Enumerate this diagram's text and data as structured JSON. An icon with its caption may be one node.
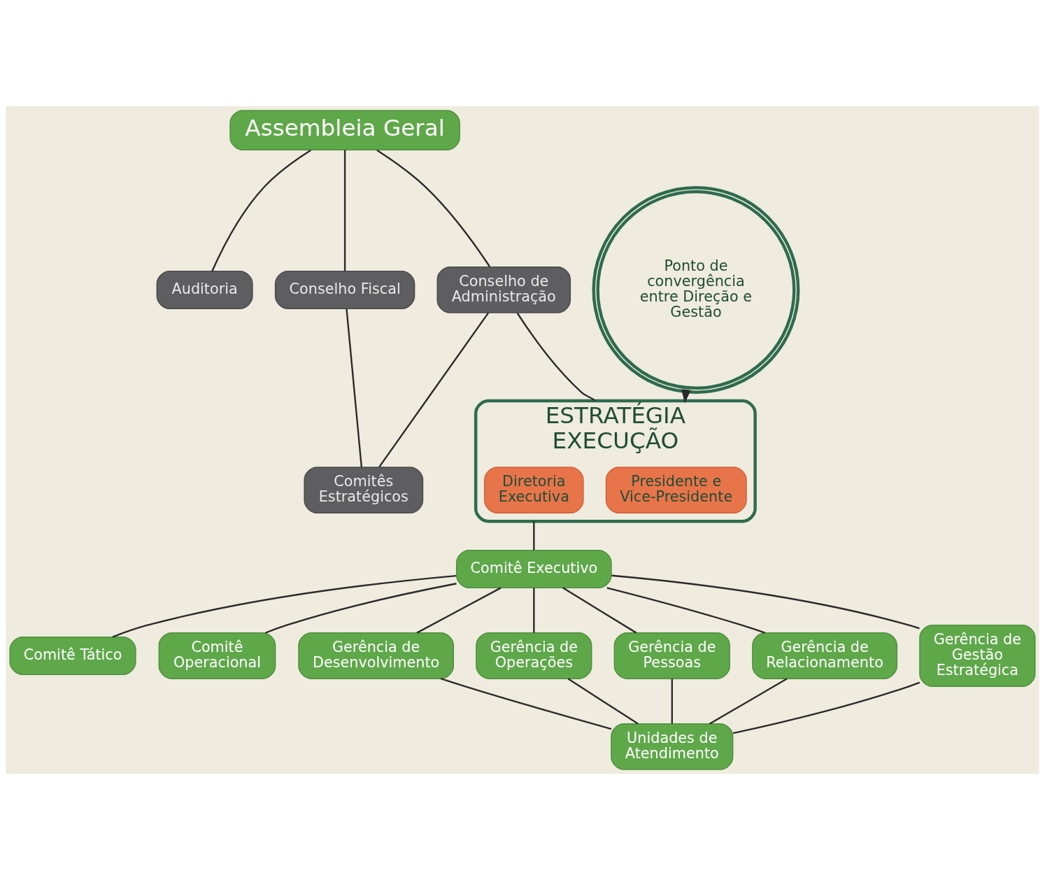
{
  "diagram": {
    "nodes": [
      {
        "text": [
          "Assembleia Geral"
        ]
      },
      {
        "text": [
          "Auditoria"
        ]
      },
      {
        "text": [
          "Conselho de Administração"
        ]
      },
      {
        "text": [
          "Conselho Fiscal"
        ]
      },
      {
        "text": [
          "Comitês Estratégicos"
        ]
      },
      {
        "text": [
          "ESTRATÉGIA",
          "EXECUÇÃO"
        ]
      },
      {
        "text": [
          "Presidente e Vice-Presidente"
        ],
        "in": 5
      },
      {
        "text": [
          "Diretoria Executiva"
        ],
        "in": 5
      },
      {
        "text": [
          "Ponto de convergência entre Direção e Gestão"
        ]
      },
      {
        "text": [
          "Comitê Executivo"
        ]
      },
      {
        "text": [
          "Comitê Tático"
        ]
      },
      {
        "text": [
          "Comitê Operacional"
        ]
      },
      {
        "text": [
          "Gerência de Desenvolvimento"
        ]
      },
      {
        "text": [
          "Gerência de Operações"
        ]
      },
      {
        "text": [
          "Gerência de Pessoas"
        ]
      },
      {
        "text": [
          "Gerência de Relacionamento"
        ]
      },
      {
        "text": [
          "Gerência de Gestão Estratégica"
        ]
      },
      {
        "text": [
          "Unidades de Atendimento"
        ]
      }
    ],
    "edges": [
      {
        "from": 0,
        "to": 1,
        "arrow": "none"
      },
      {
        "from": 0,
        "to": 2,
        "arrow": "none"
      },
      {
        "from": 0,
        "to": 3,
        "arrow": "none"
      },
      {
        "from": 2,
        "to": 4,
        "arrow": "none"
      },
      {
        "from": 2,
        "to": 5,
        "arrow": "none"
      },
      {
        "from": 3,
        "to": 4,
        "arrow": "none"
      },
      {
        "from": 8,
        "to": 5,
        "arrow": "to"
      },
      {
        "from": 5,
        "to": 9,
        "arrow": "none"
      },
      {
        "from": 9,
        "to": 10,
        "arrow": "none"
      },
      {
        "from": 9,
        "to": 11,
        "arrow": "none"
      },
      {
        "from": 9,
        "to": 12,
        "arrow": "none"
      },
      {
        "from": 9,
        "to": 13,
        "arrow": "none"
      },
      {
        "from": 9,
        "to": 14,
        "arrow": "none"
      },
      {
        "from": 9,
        "to": 15,
        "arrow": "none"
      },
      {
        "from": 9,
        "to": 16,
        "arrow": "none"
      },
      {
        "from": 12,
        "to": 17,
        "arrow": "none"
      },
      {
        "from": 13,
        "to": 17,
        "arrow": "none"
      },
      {
        "from": 14,
        "to": 17,
        "arrow": "none"
      },
      {
        "from": 15,
        "to": 17,
        "arrow": "none"
      },
      {
        "from": 16,
        "to": 17,
        "arrow": "none"
      }
    ]
  }
}
